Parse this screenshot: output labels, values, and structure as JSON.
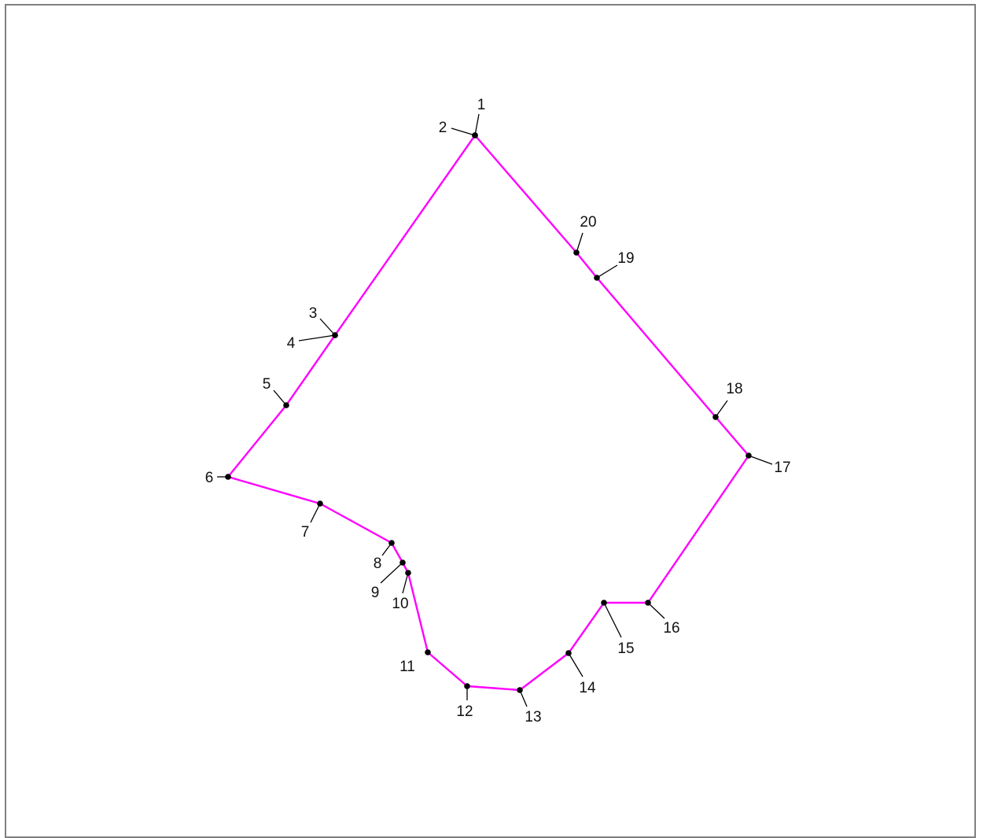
{
  "diagram": {
    "boundary_color": "#ff00ff",
    "point_color": "#000000",
    "leader_color": "#000000",
    "vertices": [
      {
        "label": "1"
      },
      {
        "label": "2"
      },
      {
        "label": "3"
      },
      {
        "label": "4"
      },
      {
        "label": "5"
      },
      {
        "label": "6"
      },
      {
        "label": "7"
      },
      {
        "label": "8"
      },
      {
        "label": "9"
      },
      {
        "label": "10"
      },
      {
        "label": "11"
      },
      {
        "label": "12"
      },
      {
        "label": "13"
      },
      {
        "label": "14"
      },
      {
        "label": "15"
      },
      {
        "label": "16"
      },
      {
        "label": "17"
      },
      {
        "label": "18"
      },
      {
        "label": "19"
      },
      {
        "label": "20"
      }
    ]
  }
}
